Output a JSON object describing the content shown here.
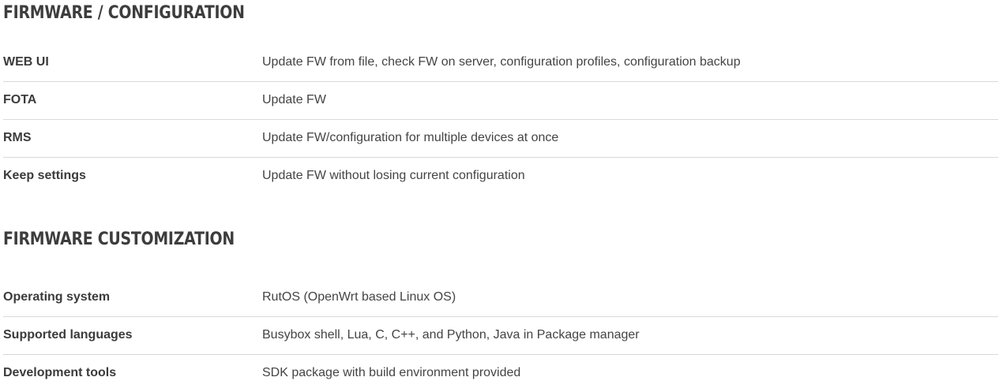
{
  "sections": [
    {
      "title": "FIRMWARE / CONFIGURATION",
      "rows": [
        {
          "label": "WEB UI",
          "value": "Update FW from file, check FW on server, configuration profiles, configuration backup"
        },
        {
          "label": "FOTA",
          "value": "Update FW"
        },
        {
          "label": "RMS",
          "value": "Update FW/configuration for multiple devices at once"
        },
        {
          "label": "Keep settings",
          "value": "Update FW without losing current configuration"
        }
      ]
    },
    {
      "title": "FIRMWARE CUSTOMIZATION",
      "rows": [
        {
          "label": "Operating system",
          "value": "RutOS (OpenWrt based Linux OS)"
        },
        {
          "label": "Supported languages",
          "value": "Busybox shell, Lua, C, C++, and Python, Java in Package manager"
        },
        {
          "label": "Development tools",
          "value": "SDK package with build environment provided"
        }
      ]
    }
  ],
  "colors": {
    "text": "#3f3f3f",
    "divider": "#d9d9d9",
    "background": "#ffffff"
  }
}
